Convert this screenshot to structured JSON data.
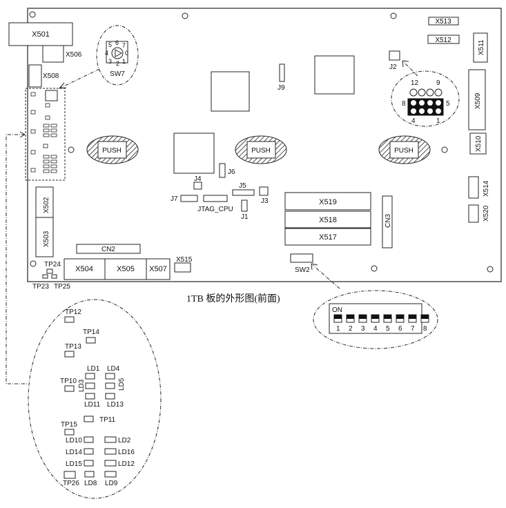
{
  "caption": "1TB 板的外形图(前面)",
  "connectors": {
    "x501": "X501",
    "x506": "X506",
    "x508": "X508",
    "x502": "X502",
    "x503": "X503",
    "x504": "X504",
    "x505": "X505",
    "x507": "X507",
    "x515": "X515",
    "cn2": "CN2",
    "cn3": "CN3",
    "x513": "X513",
    "x512": "X512",
    "x511": "X511",
    "x509": "X509",
    "x510": "X510",
    "x514": "X514",
    "x520": "X520",
    "x519": "X519",
    "x518": "X518",
    "x517": "X517"
  },
  "jumpers": {
    "j1": "J1",
    "j2": "J2",
    "j3": "J3",
    "j4": "J4",
    "j5": "J5",
    "j6": "J6",
    "j7": "J7",
    "j9": "J9",
    "jtag": "JTAG_CPU"
  },
  "switches": {
    "sw2": "SW2",
    "sw7": "SW7"
  },
  "push": {
    "label": "PUSH"
  },
  "rotary_digits": [
    "0",
    "1",
    "2",
    "3",
    "4",
    "5",
    "6",
    "7"
  ],
  "j2_pins": {
    "p12": "12",
    "p9": "9",
    "p8": "8",
    "p5": "5",
    "p4": "4",
    "p1": "1"
  },
  "dip": {
    "on": "ON",
    "numbers": [
      "1",
      "2",
      "3",
      "4",
      "5",
      "6",
      "7",
      "8"
    ]
  },
  "tp_board": {
    "tp24": "TP24",
    "tp23": "TP23",
    "tp25": "TP25"
  },
  "detail": {
    "tp12": "TP12",
    "tp14": "TP14",
    "tp13": "TP13",
    "ld1": "LD1",
    "ld4": "LD4",
    "tp10": "TP10",
    "ld3": "LD3",
    "ld5": "LD5",
    "ld11": "LD11",
    "ld13": "LD13",
    "tp11": "TP11",
    "tp15": "TP15",
    "ld10": "LD10",
    "ld2": "LD2",
    "ld14": "LD14",
    "ld16": "LD16",
    "ld15": "LD15",
    "ld12": "LD12",
    "tp26": "TP26",
    "ld8": "LD8",
    "ld9": "LD9"
  }
}
